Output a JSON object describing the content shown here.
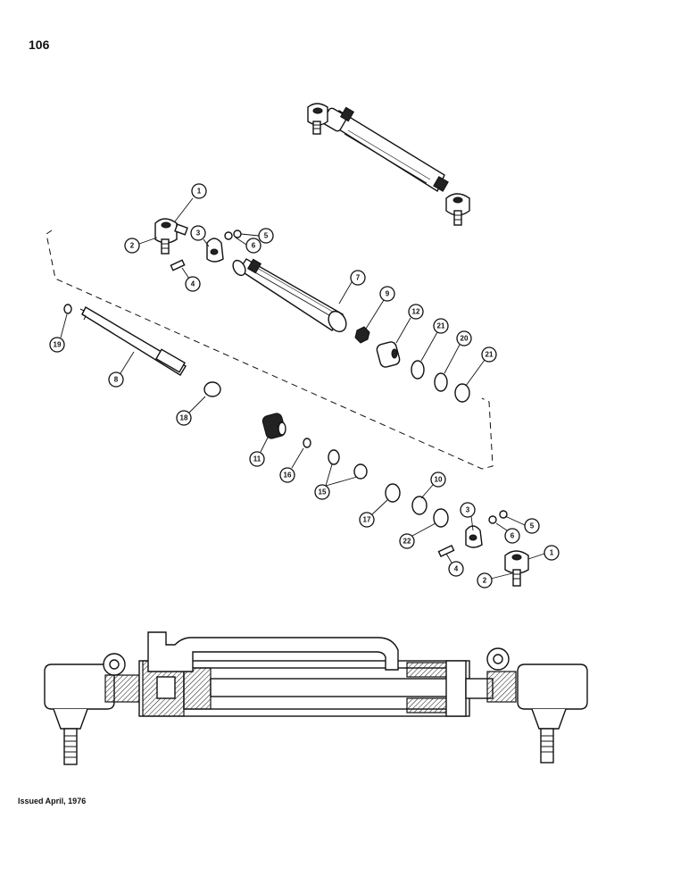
{
  "page": {
    "number": "106",
    "issued": "Issued April, 1976"
  },
  "callouts": [
    {
      "label": "1"
    },
    {
      "label": "2"
    },
    {
      "label": "3"
    },
    {
      "label": "6"
    },
    {
      "label": "5"
    },
    {
      "label": "4"
    },
    {
      "label": "7"
    },
    {
      "label": "9"
    },
    {
      "label": "19"
    },
    {
      "label": "12"
    },
    {
      "label": "21"
    },
    {
      "label": "20"
    },
    {
      "label": "21"
    },
    {
      "label": "8"
    },
    {
      "label": "18"
    },
    {
      "label": "11"
    },
    {
      "label": "16"
    },
    {
      "label": "15"
    },
    {
      "label": "10"
    },
    {
      "label": "17"
    },
    {
      "label": "22"
    },
    {
      "label": "3"
    },
    {
      "label": "5"
    },
    {
      "label": "6"
    },
    {
      "label": "4"
    },
    {
      "label": "1"
    },
    {
      "label": "2"
    }
  ]
}
